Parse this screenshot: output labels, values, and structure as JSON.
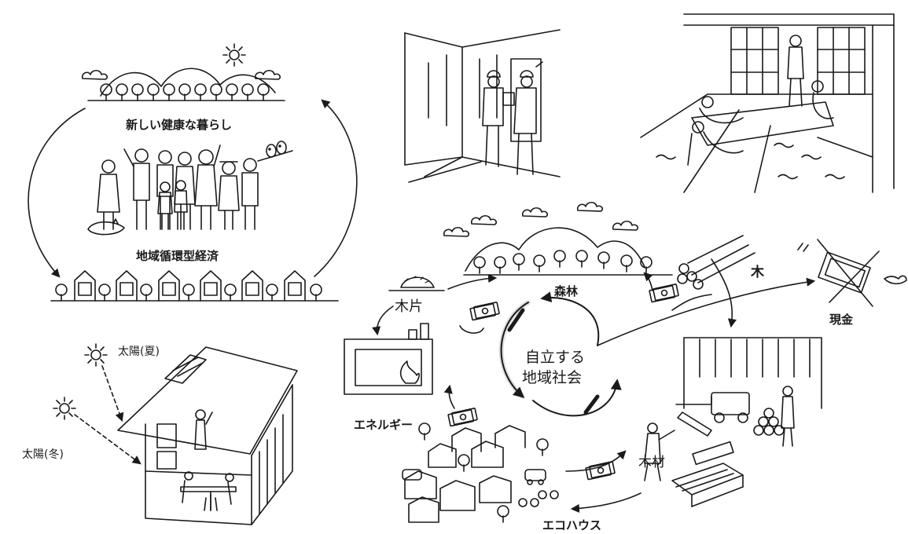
{
  "labels": {
    "new_life": "新しい健康な暮らし",
    "regional_economy": "地域循環型経済",
    "sun_summer": "太陽(夏)",
    "sun_winter": "太陽(冬)",
    "center_line1": "自立する",
    "center_line2": "地域社会",
    "forest": "森林",
    "wood": "木",
    "cash": "現金",
    "wood_chips": "木片",
    "energy": "エネルギー",
    "lumber": "木材",
    "eco_house": "エコハウス"
  },
  "icons": [
    "sun-icon",
    "money-icon",
    "arrow-icon",
    "fire-icon",
    "tree-icon",
    "house-icon",
    "log-icon",
    "bird-icon",
    "solar-panel-icon"
  ],
  "colors": {
    "ink": "#1a1a1a",
    "background": "#ffffff"
  }
}
